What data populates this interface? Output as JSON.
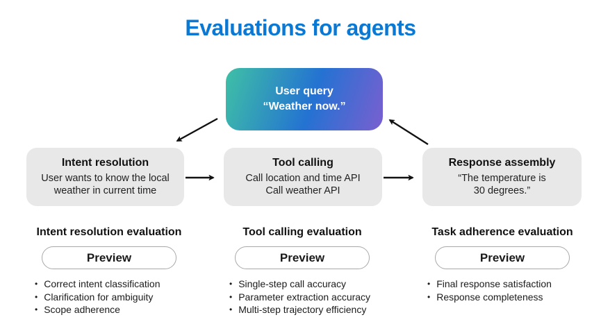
{
  "title": {
    "text": "Evaluations for agents"
  },
  "colors": {
    "title": "#0b78d4",
    "gradient_start": "#3fc0a6",
    "gradient_mid": "#2472d2",
    "gradient_end": "#7a5fd0",
    "stage_box_bg": "#e9e8e8",
    "arrow": "#111111",
    "pill_border": "#a8a8a8"
  },
  "flow": {
    "user_query": {
      "title": "User query",
      "subtitle": "“Weather now.”"
    },
    "stages": [
      {
        "title": "Intent resolution",
        "line1": "User wants to know the local",
        "line2": "weather in current time"
      },
      {
        "title": "Tool calling",
        "line1": "Call location and time API",
        "line2": "Call weather API"
      },
      {
        "title": "Response assembly",
        "line1": "“The temperature is",
        "line2": "30 degrees.”"
      }
    ]
  },
  "evaluations": [
    {
      "heading": "Intent resolution evaluation",
      "badge": "Preview",
      "bullets": {
        "b0": "Correct intent classification",
        "b1": "Clarification for ambiguity",
        "b2": "Scope adherence"
      }
    },
    {
      "heading": "Tool calling evaluation",
      "badge": "Preview",
      "bullets": {
        "b0": "Single-step call accuracy",
        "b1": "Parameter extraction accuracy",
        "b2": "Multi-step trajectory efficiency"
      }
    },
    {
      "heading": "Task adherence evaluation",
      "badge": "Preview",
      "bullets": {
        "b0": "Final response satisfaction",
        "b1": "Response completeness"
      }
    }
  ],
  "glyphs": {
    "bullet": "•"
  }
}
